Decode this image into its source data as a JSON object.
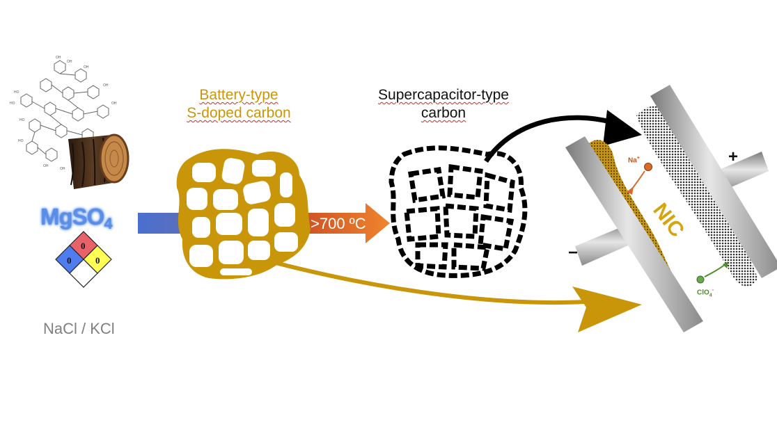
{
  "labels": {
    "battery_line1": "Battery-type",
    "battery_line2": "S-doped carbon",
    "supercap_line1": "Supercapacitor-type",
    "supercap_line2": "carbon",
    "salt": "NaCl / KCl",
    "mgso4_main": "MgSO",
    "mgso4_sub": "4",
    "temperature": ">700 ºC",
    "nic": "NIC",
    "na_ion": "Na",
    "na_sup": "+",
    "clo_ion": "ClO",
    "clo_sub": "4",
    "clo_sup": "-",
    "plus": "+",
    "minus": "−"
  },
  "hazard_diamond": {
    "health": "0",
    "flammability": "0",
    "reactivity": "0",
    "colors": {
      "health": "#4f7df0",
      "flammability": "#e8626a",
      "reactivity": "#ffff55",
      "special": "#ffffff"
    }
  },
  "colors": {
    "gold": "#c9960a",
    "arrow_blue": "#4a6fd0",
    "arrow_orange": "#e8742a",
    "electrode_gray": "#a8a8a8",
    "na_ion": "#d86a2a",
    "clo_ion": "#6aa84f"
  }
}
